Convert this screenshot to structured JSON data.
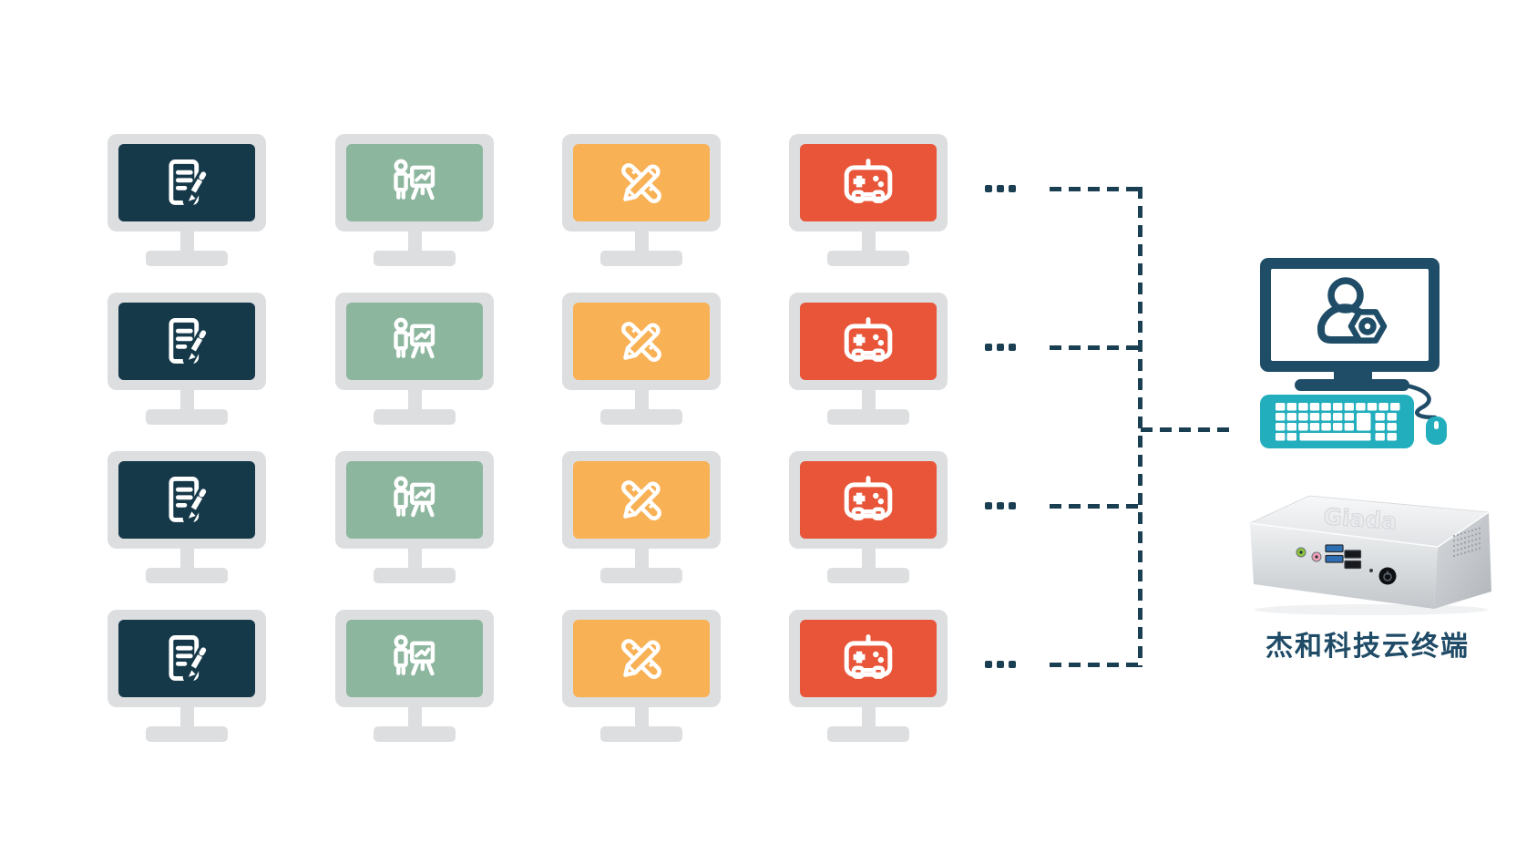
{
  "grid": {
    "rows": 4,
    "ellipsis": "...",
    "frame_color": "#DCDEE0",
    "columns": [
      {
        "name": "office-documents",
        "icon": "document-edit-icon",
        "screen_color": "#16394A"
      },
      {
        "name": "presentation-teaching",
        "icon": "presentation-chart-icon",
        "screen_color": "#8DB69E"
      },
      {
        "name": "design-drafting",
        "icon": "ruler-pencil-icon",
        "screen_color": "#F9B155"
      },
      {
        "name": "gaming",
        "icon": "gamepad-icon",
        "screen_color": "#E85539"
      }
    ]
  },
  "connectors": {
    "style": "dashed",
    "color": "#1B3F52"
  },
  "client_terminal": {
    "icon": "user-gear-icon",
    "monitor_color": "#1F4D68",
    "screen_color": "#FFFFFF",
    "keyboard_color": "#23AEBD",
    "mouse_color": "#23AEBD"
  },
  "device": {
    "label": "杰和科技云终端",
    "label_color": "#1F4B66",
    "embossed_logo": "Giada",
    "front_ports": [
      {
        "icon": "audio-jack-icon",
        "color": "#8CC63F"
      },
      {
        "icon": "mic-jack-icon",
        "color": "#F0A3B8"
      },
      {
        "icon": "usb3-ports-icon",
        "color": "#2D6FB5"
      },
      {
        "icon": "usb2-ports-icon",
        "color": "#17191D"
      },
      {
        "icon": "power-button-icon",
        "color": "#0E1013"
      }
    ]
  }
}
